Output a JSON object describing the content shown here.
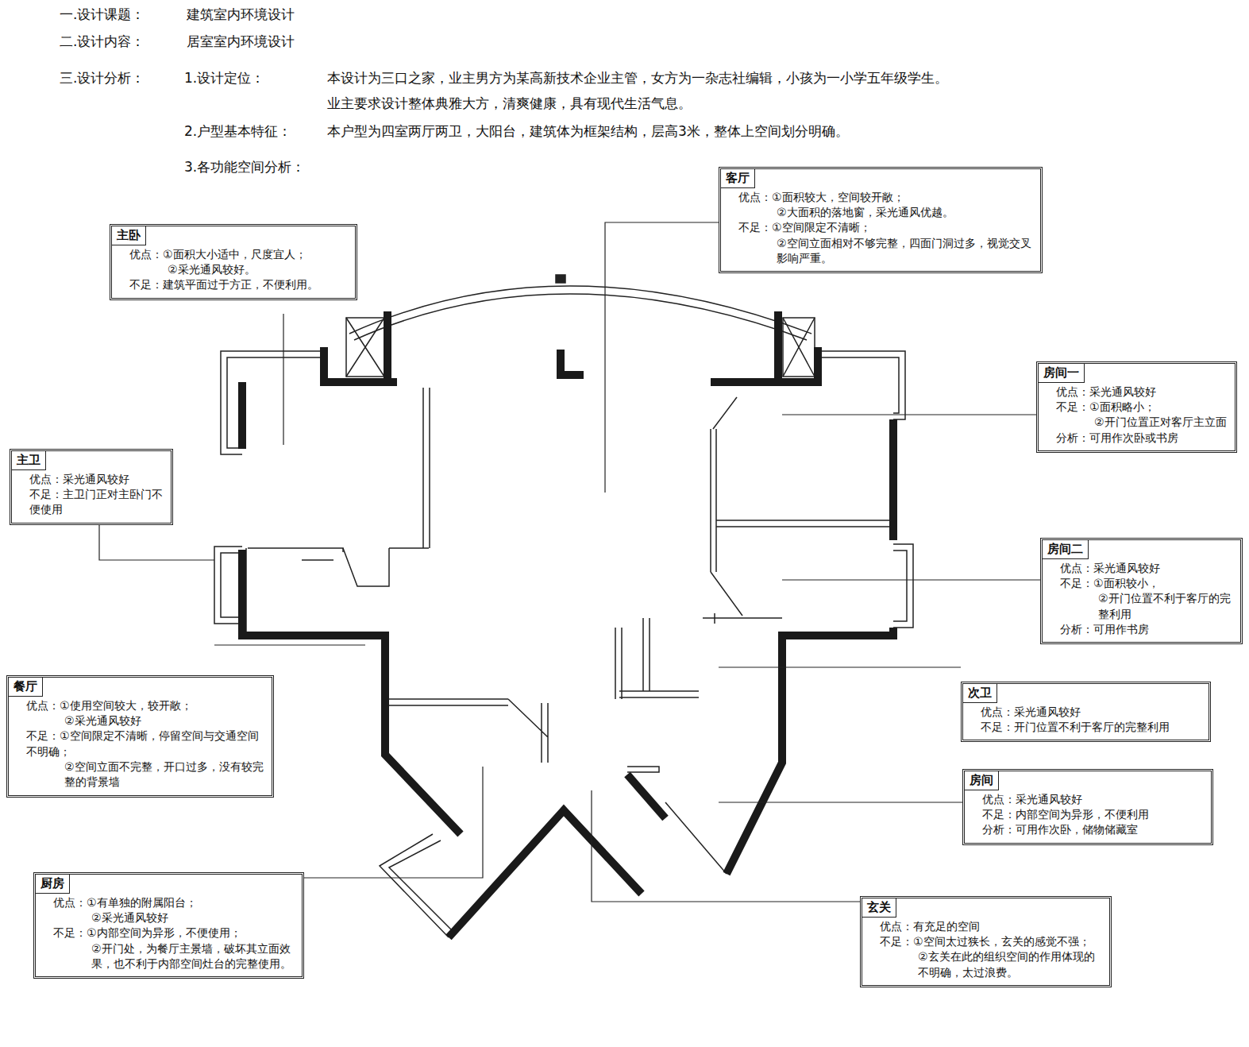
{
  "diagram": {
    "nodes": [
      {
        "text": [
          "客厅",
          "优点：①面积较大，空间较开敞；",
          "②大面积的落地窗，采光通风优越。",
          "不足：①空间限定不清晰；",
          "②空间立面相对不够完整，四面门洞过多，视觉交叉影响严重。"
        ]
      },
      {
        "text": [
          "主卧",
          "优点：①面积大小适中，尺度宜人；",
          "②采光通风较好。",
          "不足：建筑平面过于方正，不便利用。"
        ]
      },
      {
        "text": [
          "房间一",
          "优点：采光通风较好",
          "不足：①面积略小；",
          "②开门位置正对客厅主立面",
          "分析：可用作次卧或书房"
        ]
      },
      {
        "text": [
          "主卫",
          "优点：采光通风较好",
          "不足：主卫门正对主卧门不便使用"
        ]
      },
      {
        "text": [
          "房间二",
          "优点：采光通风较好",
          "不足：①面积较小，",
          "②开门位置不利于客厅的完整利用",
          "分析：可用作书房"
        ]
      },
      {
        "text": [
          "餐厅",
          "优点：①使用空间较大，较开敞；",
          "②采光通风较好",
          "不足：①空间限定不清晰，停留空间与交通空间不明确；",
          "②空间立面不完整，开口过多，没有较完整的背景墙"
        ]
      },
      {
        "text": [
          "次卫",
          "优点：采光通风较好",
          "不足：开门位置不利于客厅的完整利用"
        ]
      },
      {
        "text": [
          "房间",
          "优点：采光通风较好",
          "不足：内部空间为异形，不便利用",
          "分析：可用作次卧，储物储藏室"
        ]
      },
      {
        "text": [
          "厨房",
          "优点：①有单独的附属阳台；",
          "②采光通风较好",
          "不足：①内部空间为异形，不便使用；",
          "②开门处，为餐厅主景墙，破坏其立面效果，也不利于内部空间灶台的完整使用。"
        ]
      },
      {
        "text": [
          "玄关",
          "优点：有充足的空间",
          "不足：①空间太过狭长，玄关的感觉不强；",
          "②玄关在此的组织空间的作用体现的不明确，太过浪费。"
        ]
      }
    ],
    "labels": [
      "一.设计课题：",
      "建筑室内环境设计",
      "二.设计内容：",
      "居室室内环境设计",
      "三.设计分析：",
      "1.设计定位：",
      "本设计为三口之家，业主男方为某高新技术企业主管，女方为一杂志社编辑，小孩为一小学五年级学生。",
      "业主要求设计整体典雅大方，清爽健康，具有现代生活气息。",
      "2.户型基本特征：",
      "本户型为四室两厅两卫，大阳台，建筑体为框架结构，层高3米，整体上空间划分明确。",
      "3.各功能空间分析："
    ]
  }
}
